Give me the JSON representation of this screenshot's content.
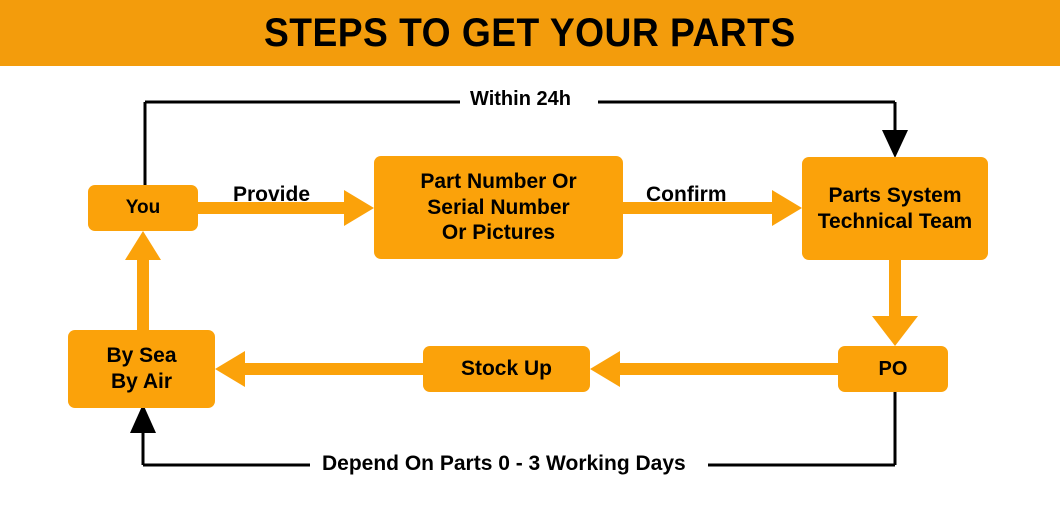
{
  "header": {
    "title": "STEPS TO GET YOUR PARTS",
    "background_color": "#F39C0C",
    "text_color": "#000000"
  },
  "theme": {
    "node_fill": "#FBA20A",
    "node_text": "#000000",
    "orange_connector": "#FBA20A",
    "black_connector": "#000000",
    "page_background": "#FFFFFF"
  },
  "diagram": {
    "type": "flowchart",
    "nodes": [
      {
        "id": "you",
        "label": "You",
        "lines": [
          "You"
        ]
      },
      {
        "id": "part_number",
        "label": "Part Number Or Serial Number Or Pictures",
        "lines": [
          "Part Number Or",
          "Serial Number",
          "Or Pictures"
        ]
      },
      {
        "id": "parts_team",
        "label": "Parts System Technical Team",
        "lines": [
          "Parts System",
          "Technical Team"
        ]
      },
      {
        "id": "po",
        "label": "PO",
        "lines": [
          "PO"
        ]
      },
      {
        "id": "stock_up",
        "label": "Stock Up",
        "lines": [
          "Stock Up"
        ]
      },
      {
        "id": "shipping",
        "label": "By Sea By Air",
        "lines": [
          "By Sea",
          "By Air"
        ]
      }
    ],
    "edges": [
      {
        "from": "you",
        "to": "part_number",
        "label": "Provide",
        "color": "#FBA20A"
      },
      {
        "from": "part_number",
        "to": "parts_team",
        "label": "Confirm",
        "color": "#FBA20A"
      },
      {
        "from": "you",
        "to": "parts_team",
        "label": "Within 24h",
        "color": "#000000"
      },
      {
        "from": "parts_team",
        "to": "po",
        "label": "",
        "color": "#FBA20A"
      },
      {
        "from": "po",
        "to": "stock_up",
        "label": "",
        "color": "#FBA20A"
      },
      {
        "from": "stock_up",
        "to": "shipping",
        "label": "",
        "color": "#FBA20A"
      },
      {
        "from": "shipping",
        "to": "you",
        "label": "",
        "color": "#FBA20A"
      },
      {
        "from": "po",
        "to": "shipping",
        "label": "Depend On Parts  0 - 3  Working Days",
        "color": "#000000"
      }
    ]
  },
  "labels": {
    "within_24h": "Within 24h",
    "provide": "Provide",
    "confirm": "Confirm",
    "depend_on_parts": "Depend On Parts  0 - 3  Working Days"
  }
}
